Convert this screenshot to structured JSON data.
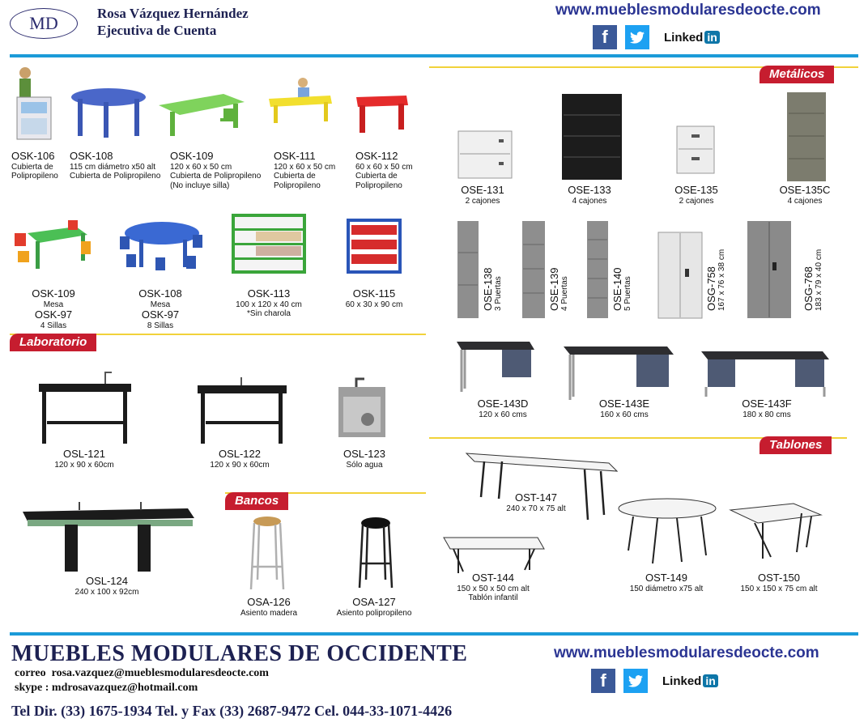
{
  "header": {
    "logo_text": "MD",
    "name": "Rosa Vázquez Hernández",
    "role": "Ejecutiva de Cuenta",
    "website": "www.mueblesmodularesdeocte.com",
    "social": [
      "facebook-icon",
      "twitter-icon",
      "linkedin-icon"
    ],
    "linkedin_text": "Linked",
    "linkedin_in": "in"
  },
  "sections": {
    "metalicos": "Metálicos",
    "laboratorio": "Laboratorio",
    "bancos": "Bancos",
    "tablones": "Tablones"
  },
  "kids": [
    {
      "code": "OSK-106",
      "desc1": "Cubierta de",
      "desc2": "Polipropileno",
      "desc3": ""
    },
    {
      "code": "OSK-108",
      "desc1": "115 cm diámetro x50 alt",
      "desc2": "Cubierta de Polipropileno",
      "desc3": ""
    },
    {
      "code": "OSK-109",
      "desc1": "120 x 60 x 50 cm",
      "desc2": "Cubierta de Polipropileno",
      "desc3": "(No incluye silla)"
    },
    {
      "code": "OSK-111",
      "desc1": "120 x 60 x 50 cm",
      "desc2": "Cubierta de",
      "desc3": "Polipropileno"
    },
    {
      "code": "OSK-112",
      "desc1": "60 x 60 x 50 cm",
      "desc2": "Cubierta de",
      "desc3": "Polipropileno"
    }
  ],
  "kids2": [
    {
      "code": "OSK-109",
      "desc1": "Mesa",
      "code2": "OSK-97",
      "desc2": "4 Sillas"
    },
    {
      "code": "OSK-108",
      "desc1": "Mesa",
      "code2": "OSK-97",
      "desc2": "8 Sillas"
    },
    {
      "code": "OSK-113",
      "desc1": "100 x 120 x 40 cm",
      "code2": "",
      "desc2": "*Sin charola"
    },
    {
      "code": "OSK-115",
      "desc1": "60 x 30 x 90 cm",
      "code2": "",
      "desc2": ""
    }
  ],
  "lab": [
    {
      "code": "OSL-121",
      "desc": "120 x 90 x 60cm"
    },
    {
      "code": "OSL-122",
      "desc": "120 x 90 x 60cm"
    },
    {
      "code": "OSL-123",
      "desc": "Sólo agua"
    },
    {
      "code": "OSL-124",
      "desc": "240 x 100 x 92cm"
    }
  ],
  "bancos": [
    {
      "code": "OSA-126",
      "desc": "Asiento madera"
    },
    {
      "code": "OSA-127",
      "desc": "Asiento polipropileno"
    }
  ],
  "archivos": [
    {
      "code": "OSE-131",
      "desc": "2 cajones"
    },
    {
      "code": "OSE-133",
      "desc": "4 cajones"
    },
    {
      "code": "OSE-135",
      "desc": "2 cajones"
    },
    {
      "code": "OSE-135C",
      "desc": "4 cajones"
    }
  ],
  "lockers": [
    {
      "code": "OSE-138",
      "desc": "3 Puertas"
    },
    {
      "code": "OSE-139",
      "desc": "4 Puertas"
    },
    {
      "code": "OSE-140",
      "desc": "5 Puertas"
    },
    {
      "code": "OSG-758",
      "desc": "167 x 76 x 38 cm"
    },
    {
      "code": "OSG-768",
      "desc": "183 x 79 x 40 cm"
    }
  ],
  "escritorios": [
    {
      "code": "OSE-143D",
      "desc": "120 x 60 cms"
    },
    {
      "code": "OSE-143E",
      "desc": "160 x 60 cms"
    },
    {
      "code": "OSE-143F",
      "desc": "180 x 80 cms"
    }
  ],
  "tablones": [
    {
      "code": "OST-147",
      "desc": "240 x 70 x 75 alt",
      "desc2": ""
    },
    {
      "code": "OST-144",
      "desc": "150 x 50 x 50 cm alt",
      "desc2": "Tablón infantil"
    },
    {
      "code": "OST-149",
      "desc": "150 diámetro x75 alt",
      "desc2": ""
    },
    {
      "code": "OST-150",
      "desc": "150 x 150 x 75 cm alt",
      "desc2": ""
    }
  ],
  "footer": {
    "company": "MUEBLES MODULARES DE OCCIDENTE",
    "email_label": "correo",
    "email": "rosa.vazquez@mueblesmodularesdeocte.com",
    "skype_label": "skype :",
    "skype": "mdrosavazquez@hotmail.com",
    "tel": "Tel Dir. (33) 1675-1934 Tel. y Fax (33) 2687-9472 Cel. 044-33-1071-4426",
    "website": "www.mueblesmodularesdeocte.com"
  },
  "colors": {
    "accent_blue": "#1b9bd8",
    "section_red": "#c61d2f",
    "yellow_rule": "#f1d23a",
    "navy": "#1d2152"
  }
}
